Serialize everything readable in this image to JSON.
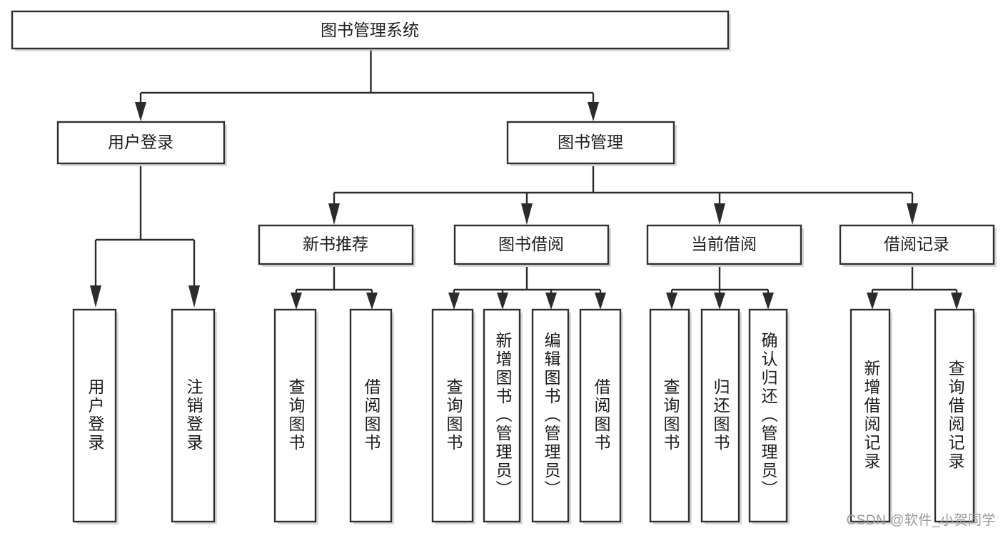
{
  "diagram": {
    "type": "tree",
    "title_node": "图书管理系统",
    "colors": {
      "background": "#ffffff",
      "box_stroke": "#2f2f2f",
      "box_fill": "#ffffff",
      "connector": "#2b2b2b",
      "text": "#1c1c1c",
      "watermark": "#9a9a9a"
    },
    "root": {
      "label": "图书管理系统"
    },
    "level2": [
      {
        "label": "用户登录"
      },
      {
        "label": "图书管理"
      }
    ],
    "level3": [
      {
        "label": "新书推荐"
      },
      {
        "label": "图书借阅"
      },
      {
        "label": "当前借阅"
      },
      {
        "label": "借阅记录"
      }
    ],
    "leaves": {
      "user_login": [
        {
          "label": "用户登录"
        },
        {
          "label": "注销登录"
        }
      ],
      "new_book_recommend": [
        {
          "label": "查询图书"
        },
        {
          "label": "借阅图书"
        }
      ],
      "book_borrow": [
        {
          "label": "查询图书"
        },
        {
          "label": "新增图书（管理员）"
        },
        {
          "label": "编辑图书（管理员）"
        },
        {
          "label": "借阅图书"
        }
      ],
      "current_borrow": [
        {
          "label": "查询图书"
        },
        {
          "label": "归还图书"
        },
        {
          "label": "确认归还（管理员）"
        }
      ],
      "borrow_record": [
        {
          "label": "新增借阅记录"
        },
        {
          "label": "查询借阅记录"
        }
      ]
    }
  },
  "watermark": {
    "text": "CSDN @软件_小贺同学"
  }
}
